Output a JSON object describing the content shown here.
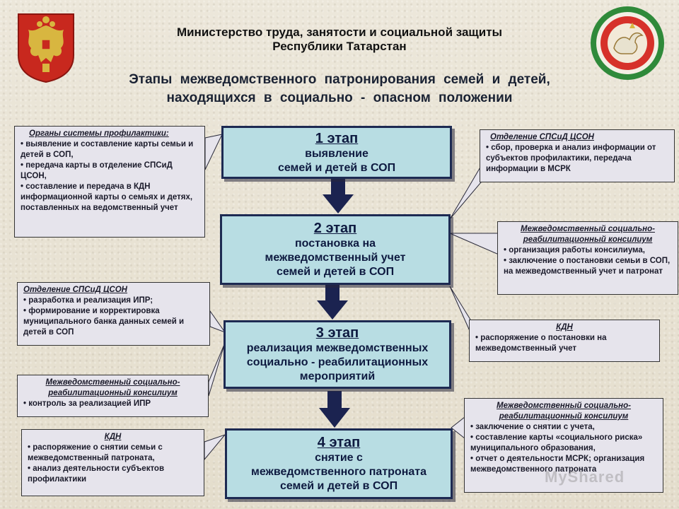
{
  "header": {
    "ministry_line1": "Министерство труда, занятости и социальной защиты",
    "ministry_line2": "Республики Татарстан",
    "title_line1": "Этапы межведомственного патронирования семей и детей,",
    "title_line2": "находящихся в социально - опасном положении"
  },
  "stages": [
    {
      "num": "1 этап",
      "text": "выявление\nсемей и детей в СОП"
    },
    {
      "num": "2 этап",
      "text": "постановка на\nмежведомственный учет\nсемей и детей в СОП"
    },
    {
      "num": "3 этап",
      "text": "реализация межведомственных\nсоциально - реабилитационных\nмероприятий"
    },
    {
      "num": "4 этап",
      "text": "снятие с\nмежведомственного патроната\nсемей и детей в СОП"
    }
  ],
  "notes": {
    "prevention_bodies": {
      "heading": "Органы системы профилактики:",
      "items": [
        "выявление и составление карты семьи и детей в СОП,",
        "передача карты в отделение СПСиД ЦСОН,",
        "составление и передача в КДН информационной карты о семьях и детях, поставленных на ведомственный учет"
      ]
    },
    "spsid_collect": {
      "heading": "Отделение СПСиД ЦСОН",
      "items": [
        "сбор, проверка и анализ информации от субъектов профилактики, передача информации в МСРК"
      ]
    },
    "council_stage2": {
      "heading": "Межведомственный социально-реабилитационный консилиум",
      "items": [
        "организация работы консилиума,",
        "заключение о постановки семьи в СОП, на межведомственный учет и патронат"
      ]
    },
    "spsid_ipr": {
      "heading": "Отделение СПСиД ЦСОН",
      "items": [
        "разработка и реализация ИПР;",
        "формирование и корректировка муниципального банка данных семей и детей в СОП"
      ]
    },
    "kdn_stage2": {
      "heading": "КДН",
      "items": [
        "распоряжение о постановки на межведомственный учет"
      ]
    },
    "council_stage3": {
      "heading": "Межведомственный социально-реабилитационный консилиум",
      "items": [
        "контроль за реализацией ИПР"
      ]
    },
    "kdn_stage4": {
      "heading": "КДН",
      "items": [
        "распоряжение о снятии семьи с межведомственный патроната,",
        "анализ деятельности субъектов профилактики"
      ]
    },
    "council_stage4": {
      "heading": "Межведомственный социально-реабилитационный консилиум",
      "items": [
        "заключение о снятии с учета,",
        "составление карты «социального риска» муниципального образования,",
        "отчет о деятельности МСРК; организация межведомственного патроната"
      ]
    }
  },
  "watermark": "MyShared",
  "colors": {
    "stage_fill": "#b8dde3",
    "stage_border": "#1d2a52",
    "arrow": "#1b2350",
    "note_fill": "#e6e4ec"
  }
}
